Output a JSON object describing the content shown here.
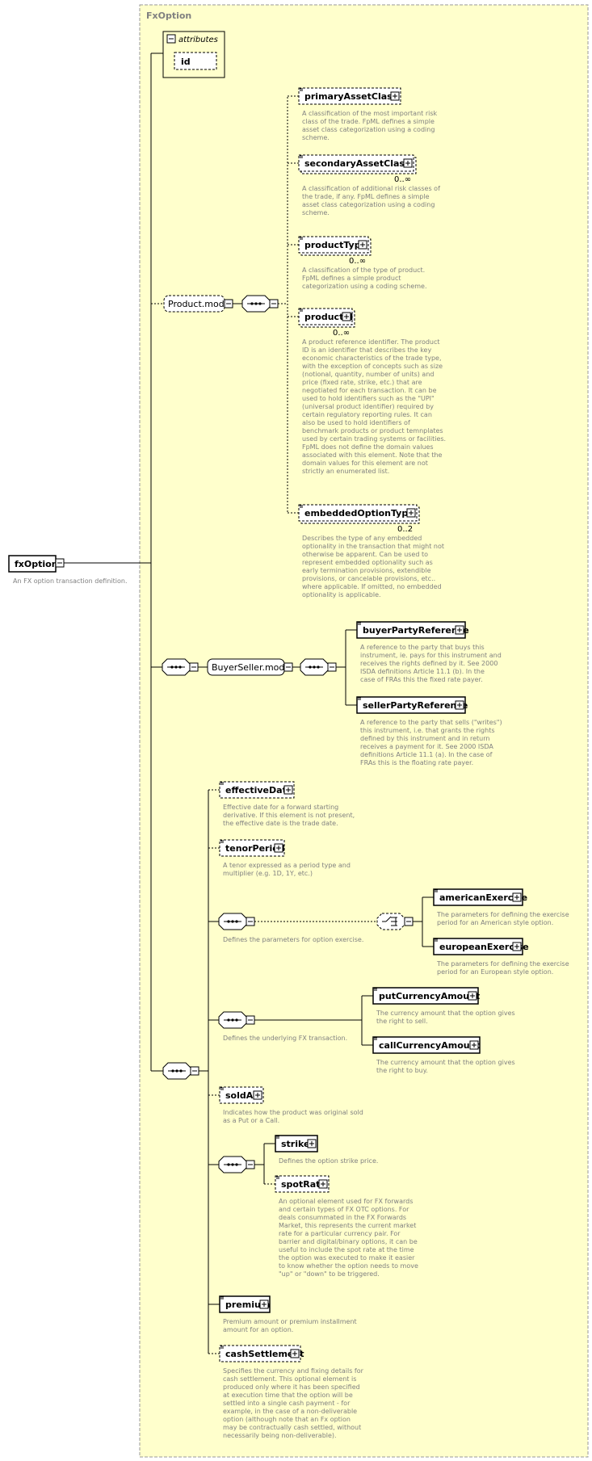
{
  "title": "FxOption",
  "root": {
    "label": "fxOption",
    "doc": [
      "An FX option transaction definition."
    ]
  },
  "attributes": {
    "label": "attributes",
    "items": [
      "id"
    ]
  },
  "groups": {
    "product_model": "Product.model",
    "buyer_seller_model": "BuyerSeller.model"
  },
  "elements": [
    {
      "key": "primaryAssetClass",
      "label": "primaryAssetClass",
      "occ": "",
      "doc": [
        "A classification of the most important risk",
        "class of the trade. FpML defines a simple",
        "asset class categorization using a coding",
        "scheme."
      ]
    },
    {
      "key": "secondaryAssetClass",
      "label": "secondaryAssetClass",
      "occ": "0..∞",
      "doc": [
        "A classification of additional risk classes of",
        "the trade, if any. FpML defines a simple",
        "asset class categorization using a coding",
        "scheme."
      ]
    },
    {
      "key": "productType",
      "label": "productType",
      "occ": "0..∞",
      "doc": [
        "A classification of the type of product.",
        "FpML defines a simple product",
        "categorization using a coding scheme."
      ]
    },
    {
      "key": "productId",
      "label": "productId",
      "occ": "0..∞",
      "doc": [
        "A product reference identifier. The product",
        "ID is an identifier that describes the key",
        "economic characteristics of the trade type,",
        "with the exception of concepts such as size",
        "(notional, quantity, number of units) and",
        "price (fixed rate, strike, etc.) that are",
        "negotiated for each transaction. It can be",
        "used to hold identifiers such as the \"UPI\"",
        "(universal product identifier) required by",
        "certain regulatory reporting rules. It can",
        "also be used to hold identifiers of",
        "benchmark products or product temnplates",
        "used by certain trading systems or facilities.",
        "FpML does not define the domain values",
        "associated with this element. Note that the",
        "domain values for this element are not",
        "strictly an enumerated list."
      ]
    },
    {
      "key": "embeddedOptionType",
      "label": "embeddedOptionType",
      "occ": "0..2",
      "doc": [
        "Describes the type of any embedded",
        "optionality in the transaction that might not",
        "otherwise be apparent. Can be used to",
        "represent embedded optionality such as",
        "early termination provisions, extendible",
        "provisions, or cancelable provisions, etc..",
        "where applicable. If omitted, no embedded",
        "optionality is applicable."
      ]
    },
    {
      "key": "buyerPartyReference",
      "label": "buyerPartyReference",
      "occ": "",
      "doc": [
        "A reference to the party that buys this",
        "instrument, ie. pays for this instrument and",
        "receives the rights defined by it. See 2000",
        "ISDA definitions Article 11.1 (b). In the",
        "case of FRAs this the fixed rate payer."
      ]
    },
    {
      "key": "sellerPartyReference",
      "label": "sellerPartyReference",
      "occ": "",
      "doc": [
        "A reference to the party that sells (\"writes\")",
        "this instrument, i.e. that grants the rights",
        "defined by this instrument and in return",
        "receives a payment for it. See 2000 ISDA",
        "definitions Article 11.1 (a). In the case of",
        "FRAs this is the floating rate payer."
      ]
    },
    {
      "key": "effectiveDate",
      "label": "effectiveDate",
      "occ": "",
      "doc": [
        "Effective date for a forward starting",
        "derivative. If this element is not present,",
        "the effective date is the trade date."
      ]
    },
    {
      "key": "tenorPeriod",
      "label": "tenorPeriod",
      "occ": "",
      "doc": [
        "A tenor expressed as a period type and",
        "multiplier (e.g. 1D, 1Y, etc.)"
      ]
    },
    {
      "key": "americanExercise",
      "label": "americanExercise",
      "occ": "",
      "doc": [
        "The parameters for defining the exercise",
        "period for an American style option."
      ]
    },
    {
      "key": "europeanExercise",
      "label": "europeanExercise",
      "occ": "",
      "doc": [
        "The parameters for defining the exercise",
        "period for an European style option."
      ]
    },
    {
      "key": "putCurrencyAmount",
      "label": "putCurrencyAmount",
      "occ": "",
      "doc": [
        "The currency amount that the option gives",
        "the right to sell."
      ]
    },
    {
      "key": "callCurrencyAmount",
      "label": "callCurrencyAmount",
      "occ": "",
      "doc": [
        "The currency amount that the option gives",
        "the right to buy."
      ]
    },
    {
      "key": "soldAs",
      "label": "soldAs",
      "occ": "",
      "doc": [
        "Indicates how the product was original sold",
        "as a Put or a Call."
      ]
    },
    {
      "key": "strike",
      "label": "strike",
      "occ": "",
      "doc": [
        "Defines the option strike price."
      ]
    },
    {
      "key": "spotRate",
      "label": "spotRate",
      "occ": "",
      "doc": [
        "An optional element used for FX forwards",
        "and certain types of FX OTC options. For",
        "deals consummated in the FX Forwards",
        "Market, this represents the current market",
        "rate for a particular currency pair. For",
        "barrier and digital/binary options, it can be",
        "useful to include the spot rate at the time",
        "the option was executed to make it easier",
        "to know whether the option needs to move",
        "\"up\" or \"down\" to be triggered."
      ]
    },
    {
      "key": "premium",
      "label": "premium",
      "occ": "",
      "doc": [
        "Premium amount or premium installment",
        "amount for an option."
      ]
    },
    {
      "key": "cashSettlement",
      "label": "cashSettlement",
      "occ": "",
      "doc": [
        "Specifies the currency and fixing details for",
        "cash settlement. This optional element is",
        "produced only where it has been specified",
        "at execution time that the option will be",
        "settled into a single cash payment - for",
        "example, in the case of a non-deliverable",
        "option (although note that an Fx option",
        "may be contractually cash settled, without",
        "necessarily being non-deliverable)."
      ]
    }
  ],
  "compositors": {
    "exercise_doc": [
      "Defines the parameters for option exercise."
    ],
    "underlying_doc": [
      "Defines the underlying FX transaction."
    ]
  }
}
